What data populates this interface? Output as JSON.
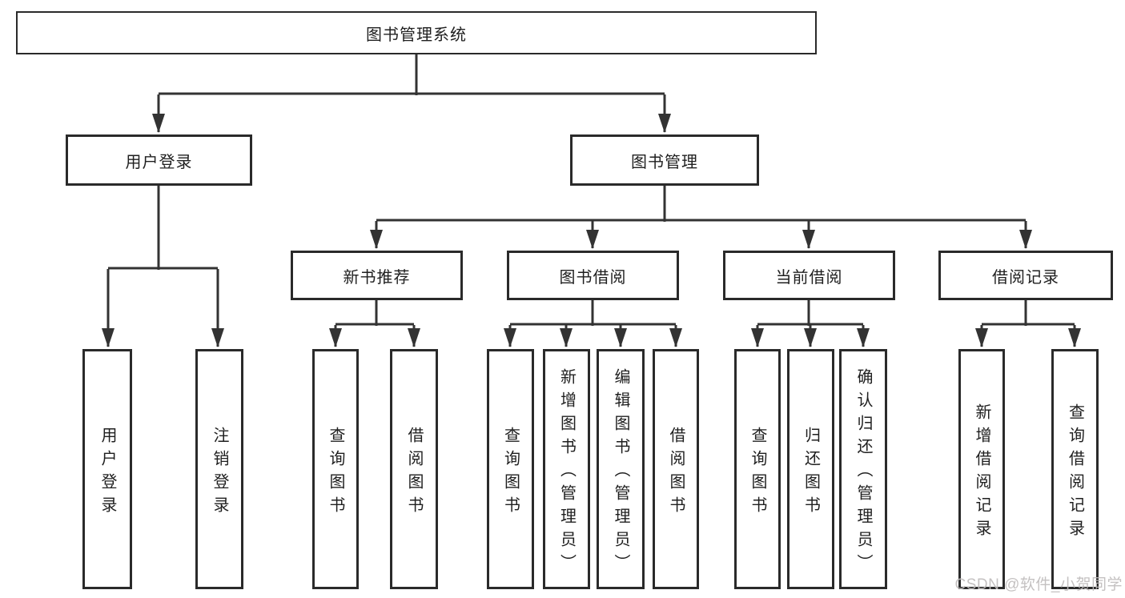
{
  "diagram": {
    "root": {
      "label": "图书管理系统"
    },
    "branches": [
      {
        "label": "用户登录",
        "children": [
          {
            "label": "用户登录"
          },
          {
            "label": "注销登录"
          }
        ]
      },
      {
        "label": "图书管理",
        "sections": [
          {
            "label": "新书推荐",
            "children": [
              {
                "label": "查询图书"
              },
              {
                "label": "借阅图书"
              }
            ]
          },
          {
            "label": "图书借阅",
            "children": [
              {
                "label": "查询图书"
              },
              {
                "label": "新增图书（管理员）"
              },
              {
                "label": "编辑图书（管理员）"
              },
              {
                "label": "借阅图书"
              }
            ]
          },
          {
            "label": "当前借阅",
            "children": [
              {
                "label": "查询图书"
              },
              {
                "label": "归还图书"
              },
              {
                "label": "确认归还（管理员）"
              }
            ]
          },
          {
            "label": "借阅记录",
            "children": [
              {
                "label": "新增借阅记录"
              },
              {
                "label": "查询借阅记录"
              }
            ]
          }
        ]
      }
    ]
  },
  "colors": {
    "line": "#333333",
    "border": "#2a2a2a",
    "text": "#1f1f1f",
    "background": "#ffffff",
    "watermark": "#bfbcbc"
  },
  "watermark": {
    "text": "CSDN @软件_小贺同学"
  }
}
